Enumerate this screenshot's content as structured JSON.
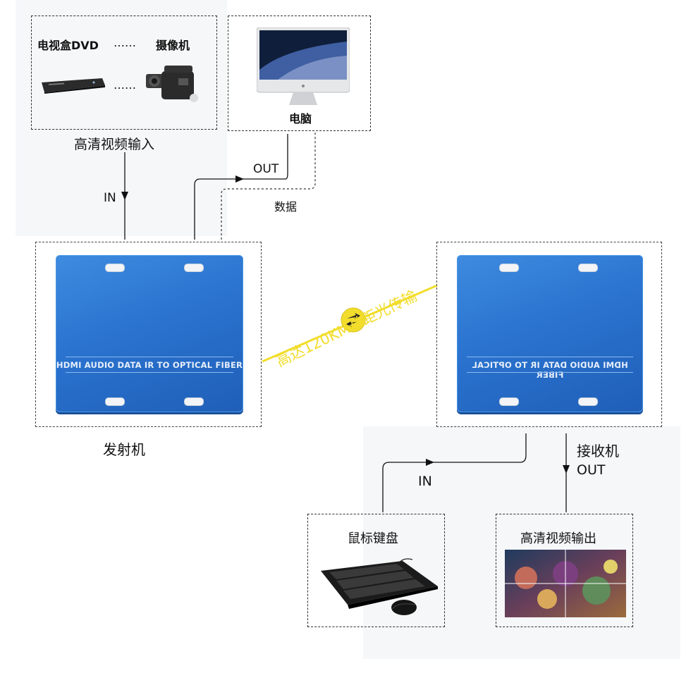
{
  "input_box": {
    "tv_dvd": "电视盒DVD",
    "dots_top": "……",
    "camera": "摄像机",
    "dots_bottom": "……"
  },
  "input_caption": "高清视频输入",
  "pc_box": {
    "label": "电脑"
  },
  "labels": {
    "in_left": "IN",
    "out_top": "OUT",
    "data": "数据",
    "in_bottom": "IN",
    "out_bottom": "OUT"
  },
  "transmitter": {
    "device_text": "HDMI AUDIO DATA IR TO OPTICAL FIBER",
    "caption": "发射机"
  },
  "receiver": {
    "device_text": "HDMI AUDIO DATA IR TO OPTICAL FIBER",
    "caption": "接收机"
  },
  "fiber": {
    "label": "高达120KM长距光传输",
    "color": "#f2dd2c"
  },
  "keyboard_box": {
    "label": "鼠标键盘"
  },
  "output_box": {
    "label": "高清视频输出"
  },
  "colors": {
    "device_blue": "#2a73cf",
    "fiber_yellow": "#f2dd2c",
    "line": "#111111"
  }
}
